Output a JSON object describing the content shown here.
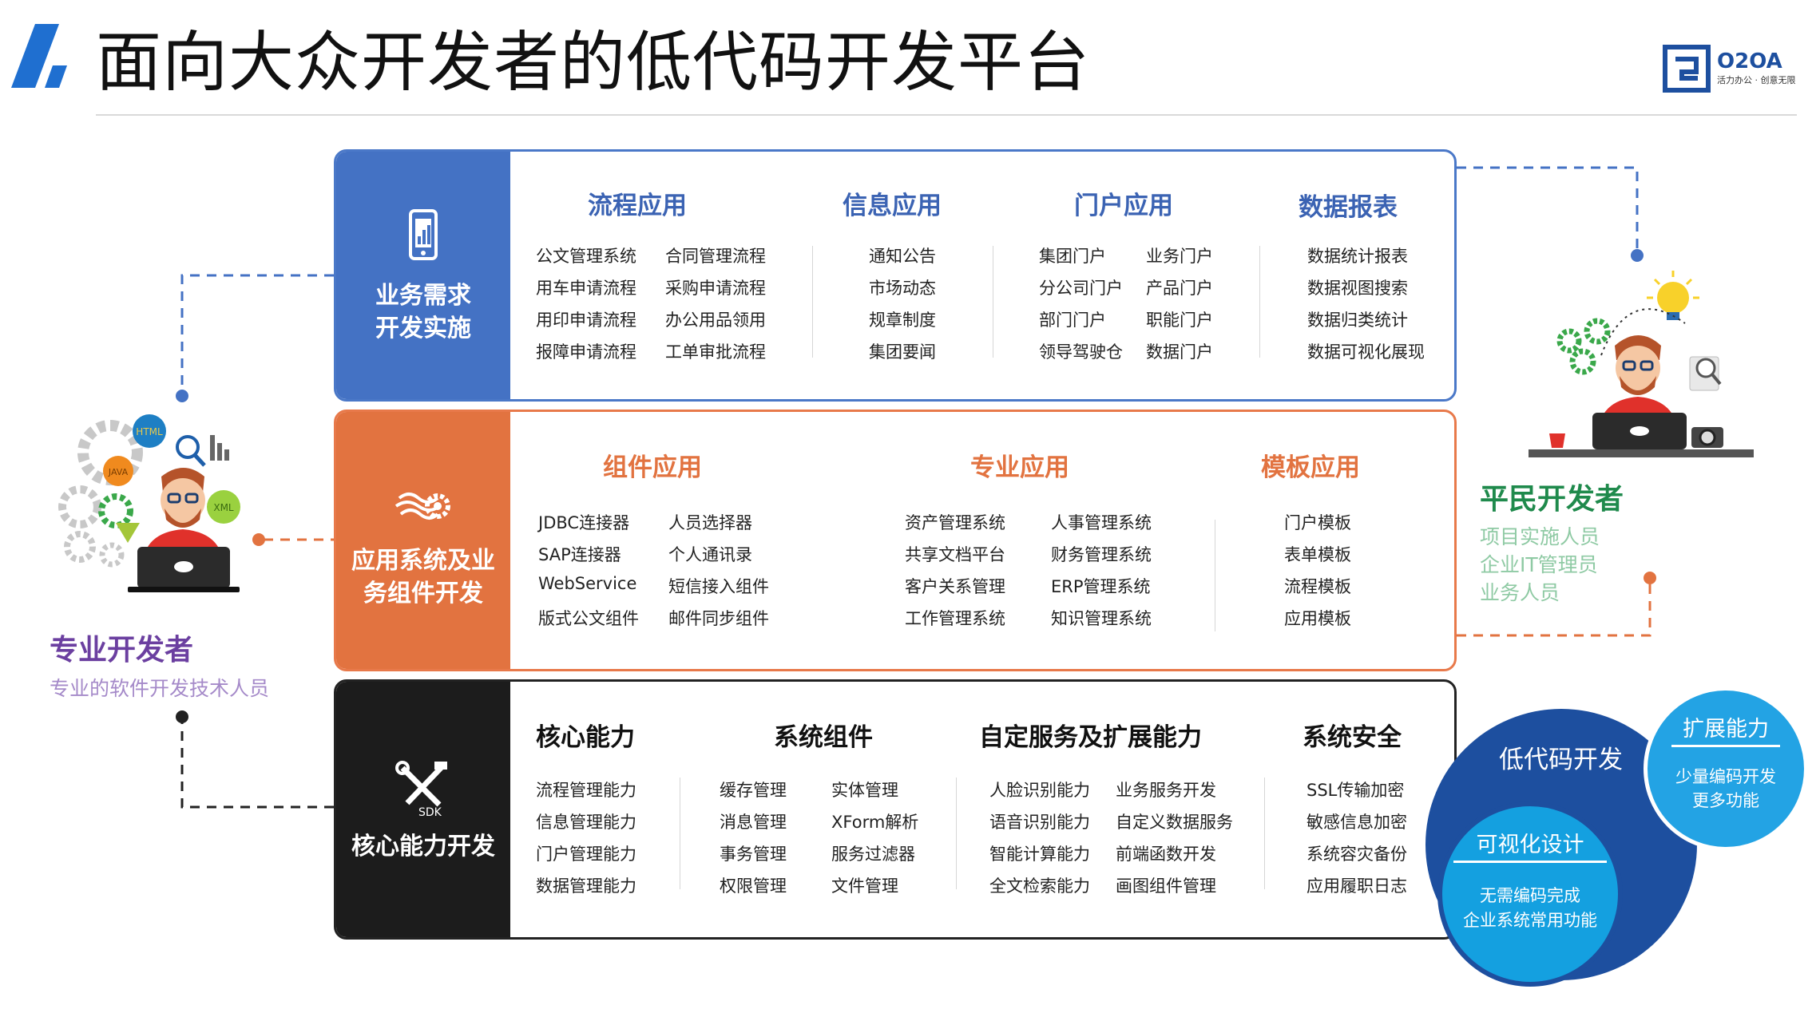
{
  "header": {
    "title": "面向大众开发者的低代码开发平台",
    "brand_name": "O2OA",
    "brand_tagline": "活力办公 · 创意无限"
  },
  "panels": {
    "business": {
      "label": "业务需求\n开发实施",
      "columns": [
        {
          "title": "流程应用",
          "items": [
            "公文管理系统",
            "合同管理流程",
            "用车申请流程",
            "采购申请流程",
            "用印申请流程",
            "办公用品领用",
            "报障申请流程",
            "工单审批流程"
          ]
        },
        {
          "title": "信息应用",
          "items": [
            "通知公告",
            "市场动态",
            "规章制度",
            "集团要闻"
          ]
        },
        {
          "title": "门户应用",
          "items": [
            "集团门户",
            "业务门户",
            "分公司门户",
            "产品门户",
            "部门门户",
            "职能门户",
            "领导驾驶仓",
            "数据门户"
          ]
        },
        {
          "title": "数据报表",
          "items": [
            "数据统计报表",
            "数据视图搜索",
            "数据归类统计",
            "数据可视化展现"
          ]
        }
      ]
    },
    "application": {
      "label": "应用系统及业\n务组件开发",
      "columns": [
        {
          "title": "组件应用",
          "items": [
            "JDBC连接器",
            "人员选择器",
            "SAP连接器",
            "个人通讯录",
            "WebService",
            "短信接入组件",
            "版式公文组件",
            "邮件同步组件"
          ]
        },
        {
          "title": "专业应用",
          "items": [
            "资产管理系统",
            "人事管理系统",
            "共享文档平台",
            "财务管理系统",
            "客户关系管理",
            "ERP管理系统",
            "工作管理系统",
            "知识管理系统"
          ]
        },
        {
          "title": "模板应用",
          "items": [
            "门户模板",
            "表单模板",
            "流程模板",
            "应用模板"
          ]
        }
      ]
    },
    "core": {
      "label": "核心能力开发",
      "columns": [
        {
          "title": "核心能力",
          "items": [
            "流程管理能力",
            "信息管理能力",
            "门户管理能力",
            "数据管理能力"
          ]
        },
        {
          "title": "系统组件",
          "items": [
            "缓存管理",
            "实体管理",
            "消息管理",
            "XForm解析",
            "事务管理",
            "服务过滤器",
            "权限管理",
            "文件管理"
          ]
        },
        {
          "title": "自定服务及扩展能力",
          "items": [
            "人脸识别能力",
            "业务服务开发",
            "语音识别能力",
            "自定义数据服务",
            "智能计算能力",
            "前端函数开发",
            "全文检索能力",
            "画图组件管理"
          ]
        },
        {
          "title": "系统安全",
          "items": [
            "SSL传输加密",
            "敏感信息加密",
            "系统容灾备份",
            "应用履职日志"
          ]
        }
      ]
    }
  },
  "developers": {
    "professional": {
      "title": "专业开发者",
      "subtitle": "专业的软件开发技术人员",
      "badges": [
        "HTML",
        "JAVA",
        "XML"
      ]
    },
    "citizen": {
      "title": "平民开发者",
      "roles": [
        "项目实施人员",
        "企业IT管理员",
        "业务人员"
      ]
    }
  },
  "circles": {
    "lowcode": {
      "title": "低代码开发"
    },
    "extension": {
      "title": "扩展能力",
      "desc": [
        "少量编码开发",
        "更多功能"
      ]
    },
    "visual": {
      "title": "可视化设计",
      "desc": [
        "无需编码完成",
        "企业系统常用功能"
      ]
    }
  },
  "icons": {
    "business": "mobile-chart-icon",
    "application": "cloud-gear-icon",
    "core": "sdk-tools-icon"
  },
  "colors": {
    "blue": "#4472c4",
    "orange": "#e27340",
    "black": "#1c1c1c",
    "purple": "#6b3fa0",
    "green": "#1f8a4c",
    "navy": "#1d4f9f",
    "sky": "#23a3e4"
  }
}
